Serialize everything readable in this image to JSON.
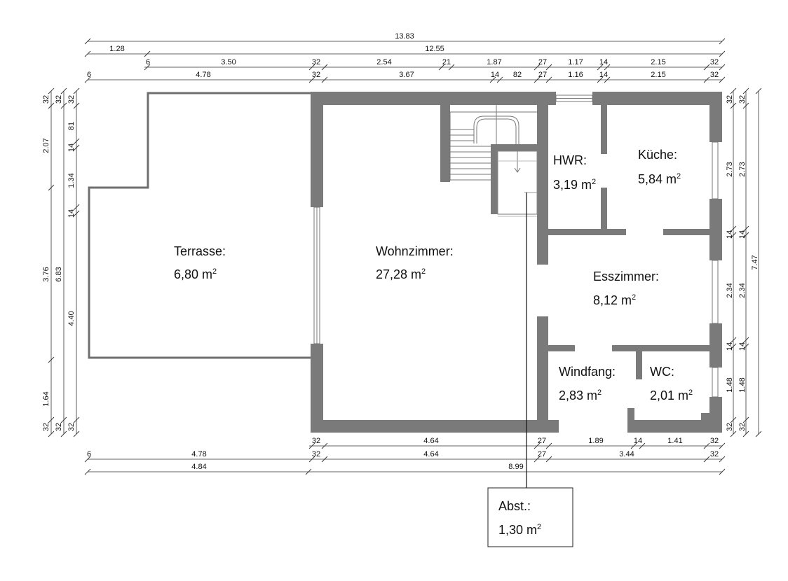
{
  "rooms": {
    "terrasse": {
      "name": "Terrasse:",
      "area": "6,80 m",
      "unit_sup": "2"
    },
    "wohnzimmer": {
      "name": "Wohnzimmer:",
      "area": "27,28 m",
      "unit_sup": "2"
    },
    "hwr": {
      "name": "HWR:",
      "area": "3,19 m",
      "unit_sup": "2"
    },
    "kueche": {
      "name": "Küche:",
      "area": "5,84 m",
      "unit_sup": "2"
    },
    "esszimmer": {
      "name": "Esszimmer:",
      "area": "8,12 m",
      "unit_sup": "2"
    },
    "windfang": {
      "name": "Windfang:",
      "area": "2,83 m",
      "unit_sup": "2"
    },
    "wc": {
      "name": "WC:",
      "area": "2,01 m",
      "unit_sup": "2"
    },
    "abst": {
      "name": "Abst.:",
      "area": "1,30 m",
      "unit_sup": "2"
    }
  },
  "dims": {
    "top": {
      "r1": [
        "13.83"
      ],
      "r2": [
        "1.28",
        "12.55"
      ],
      "r3": [
        "6",
        "3.50",
        "32",
        "2.54",
        "21",
        "1.87",
        "27",
        "1.17",
        "14",
        "2.15",
        "32"
      ],
      "r4": [
        "6",
        "4.78",
        "32",
        "3.67",
        "14",
        "82",
        "27",
        "1.16",
        "14",
        "2.15",
        "32"
      ]
    },
    "bottom": {
      "r1": [
        "32",
        "4.64",
        "27",
        "1.89",
        "14",
        "1.41",
        "32"
      ],
      "r2": [
        "6",
        "4.78",
        "32",
        "4.64",
        "27",
        "3.44",
        "32"
      ],
      "r3": [
        "4.84",
        "8.99"
      ]
    },
    "left": {
      "c1": [
        "32",
        "2.07",
        "3.76",
        "1.64",
        "32"
      ],
      "c2": [
        "32",
        "81",
        "14",
        "1.34",
        "14",
        "4.40",
        "6.83",
        "32"
      ]
    },
    "right": {
      "c1": [
        "32",
        "2.73",
        "14",
        "2.34",
        "14",
        "1.48",
        "32"
      ],
      "c2": [
        "32",
        "2.73",
        "14",
        "2.34",
        "14",
        "1.48",
        "32"
      ],
      "c3": [
        "7.47"
      ]
    }
  }
}
